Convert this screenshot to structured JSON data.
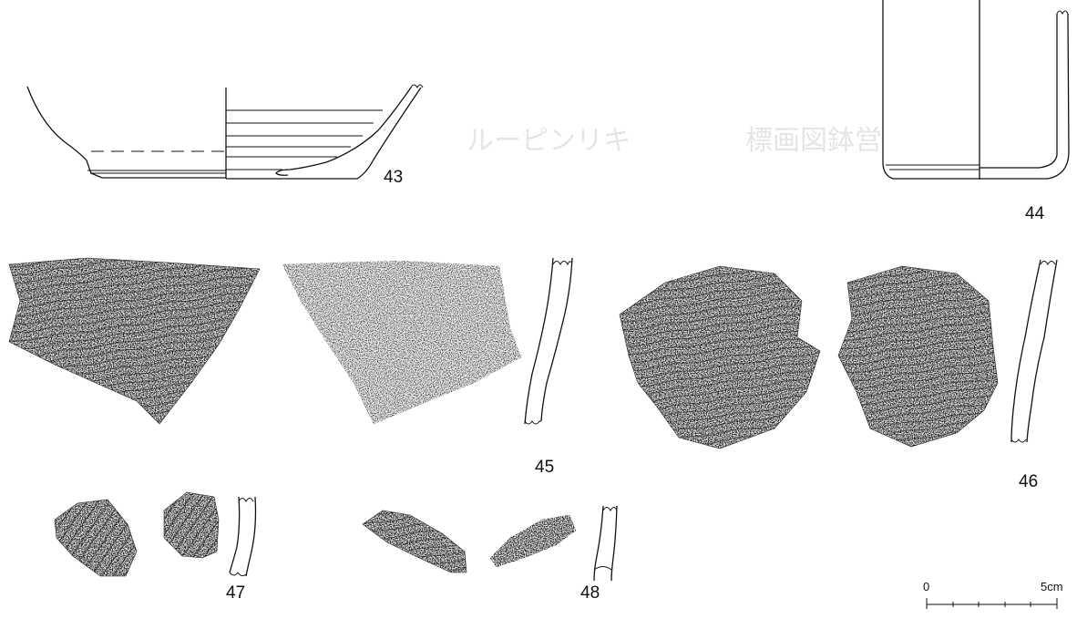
{
  "plate": {
    "figures": [
      {
        "id": "43",
        "label": "43",
        "type": "bowl-profile"
      },
      {
        "id": "44",
        "label": "44",
        "type": "cylinder-profile"
      },
      {
        "id": "45",
        "label": "45",
        "type": "sherd-rubbing"
      },
      {
        "id": "46",
        "label": "46",
        "type": "sherd-rubbing"
      },
      {
        "id": "47",
        "label": "47",
        "type": "sherd-rubbing"
      },
      {
        "id": "48",
        "label": "48",
        "type": "sherd-rubbing"
      }
    ],
    "stamp": {
      "left_text": "ルーピンリキ",
      "right_text": "標画図鉢営"
    },
    "scale": {
      "start_label": "0",
      "end_label": "5cm"
    }
  }
}
